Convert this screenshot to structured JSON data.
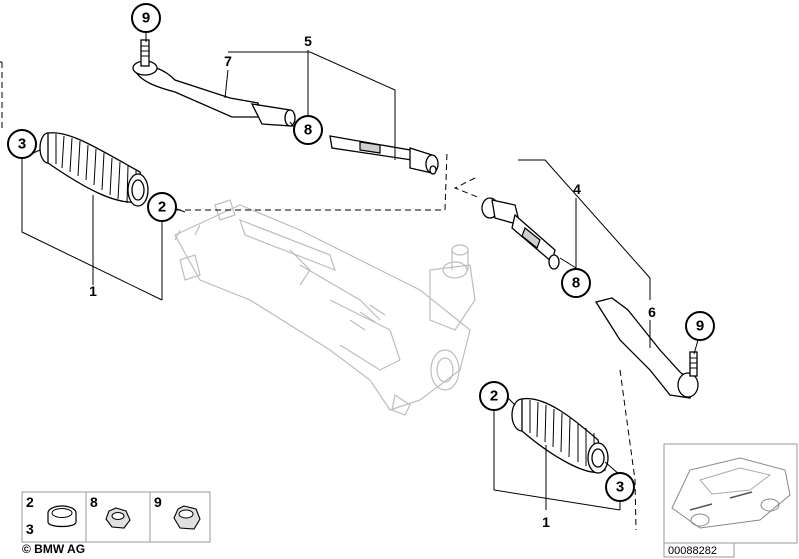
{
  "callouts": {
    "c9_top": "9",
    "c8_upper": "8",
    "c3_left": "3",
    "c2_left": "2",
    "c8_right": "8",
    "c9_right": "9",
    "c2_lower": "2",
    "c3_lower": "3"
  },
  "labels": {
    "l5": "5",
    "l7": "7",
    "l1_left": "1",
    "l4": "4",
    "l6": "6",
    "l1_lower": "1"
  },
  "legend": {
    "a_top": "2",
    "a_bottom": "3",
    "b": "8",
    "c": "9"
  },
  "copyright": "© BMW AG",
  "image_number": "00088282"
}
